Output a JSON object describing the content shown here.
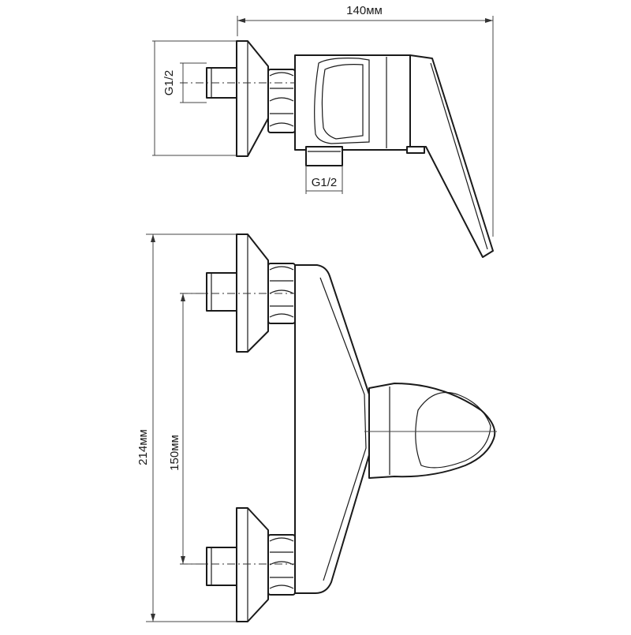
{
  "labels": {
    "width": "140мм",
    "thread_back": "G1/2",
    "thread_bottom": "G1/2",
    "height_total": "214мм",
    "height_centers": "150мм"
  },
  "colors": {
    "line": "#1a1a1a",
    "background": "#ffffff"
  }
}
